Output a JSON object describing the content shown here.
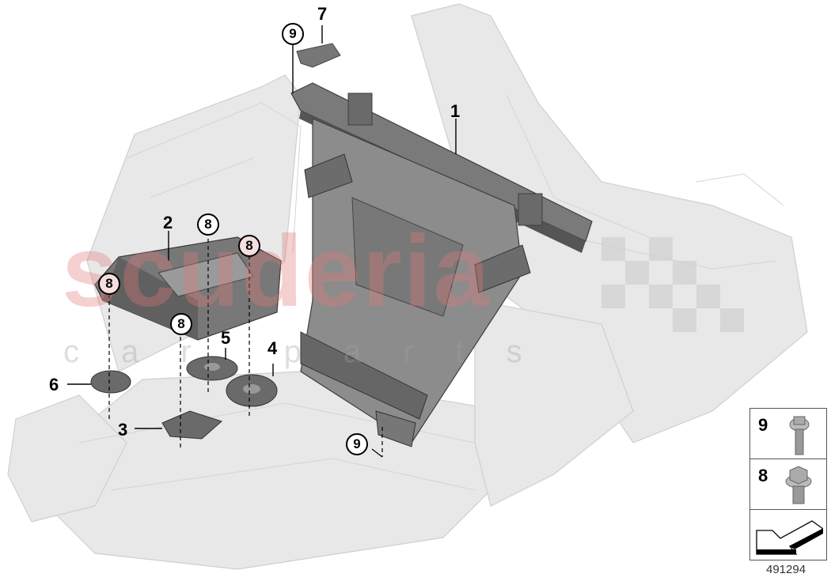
{
  "diagram": {
    "id": "491294",
    "watermark": {
      "main": "scuderia",
      "sub": "car parts"
    },
    "callouts": [
      {
        "num": "1",
        "style": "plain"
      },
      {
        "num": "2",
        "style": "plain"
      },
      {
        "num": "3",
        "style": "plain"
      },
      {
        "num": "4",
        "style": "plain"
      },
      {
        "num": "5",
        "style": "plain"
      },
      {
        "num": "6",
        "style": "plain"
      },
      {
        "num": "7",
        "style": "plain"
      },
      {
        "num": "8",
        "style": "circled"
      },
      {
        "num": "9",
        "style": "circled"
      }
    ],
    "labels": {
      "p1": "1",
      "p2": "2",
      "p3": "3",
      "p4": "4",
      "p5": "5",
      "p6": "6",
      "p7": "7",
      "c8a": "8",
      "c8b": "8",
      "c8c": "8",
      "c8d": "8",
      "c9a": "9",
      "c9b": "9"
    },
    "legend": {
      "items": [
        {
          "num": "9",
          "icon": "torx-flange-bolt-icon"
        },
        {
          "num": "8",
          "icon": "hex-flange-bolt-icon"
        },
        {
          "num": "",
          "icon": "direction-arrow-icon"
        }
      ]
    },
    "colors": {
      "part_dark": "#6e6e6e",
      "part_mid": "#8a8a8a",
      "body_light": "#e6e6e6",
      "watermark": "#e07878"
    }
  }
}
